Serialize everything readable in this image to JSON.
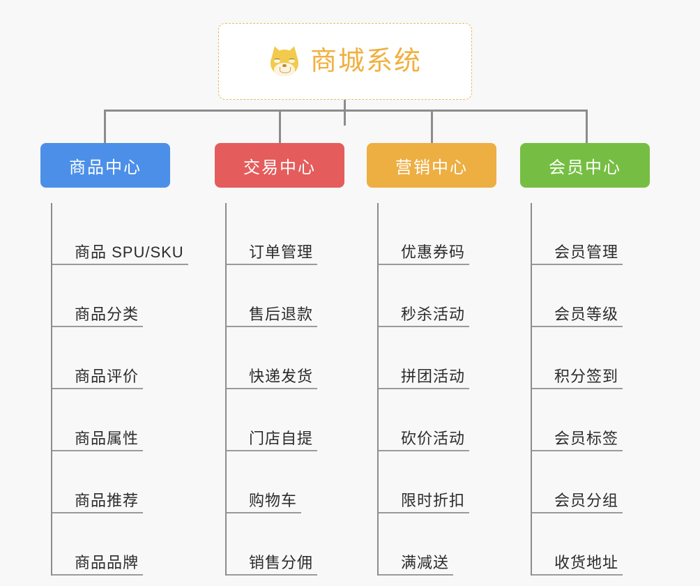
{
  "diagram": {
    "type": "org-chart",
    "background_color": "#f8f8f8",
    "root": {
      "title": "商城系统",
      "icon": "shiba-dog-emoji",
      "text_color": "#f0b040",
      "border_color": "#e8b964",
      "background_color": "#ffffff"
    },
    "connector_color": "#8c8c8c",
    "branches": [
      {
        "label": "商品中心",
        "color": "#4c8fe8",
        "items": [
          "商品 SPU/SKU",
          "商品分类",
          "商品评价",
          "商品属性",
          "商品推荐",
          "商品品牌"
        ]
      },
      {
        "label": "交易中心",
        "color": "#e55c5c",
        "items": [
          "订单管理",
          "售后退款",
          "快递发货",
          "门店自提",
          "购物车",
          "销售分佣"
        ]
      },
      {
        "label": "营销中心",
        "color": "#edae42",
        "items": [
          "优惠券码",
          "秒杀活动",
          "拼团活动",
          "砍价活动",
          "限时折扣",
          "满减送"
        ]
      },
      {
        "label": "会员中心",
        "color": "#76be43",
        "items": [
          "会员管理",
          "会员等级",
          "积分签到",
          "会员标签",
          "会员分组",
          "收货地址"
        ]
      }
    ]
  }
}
